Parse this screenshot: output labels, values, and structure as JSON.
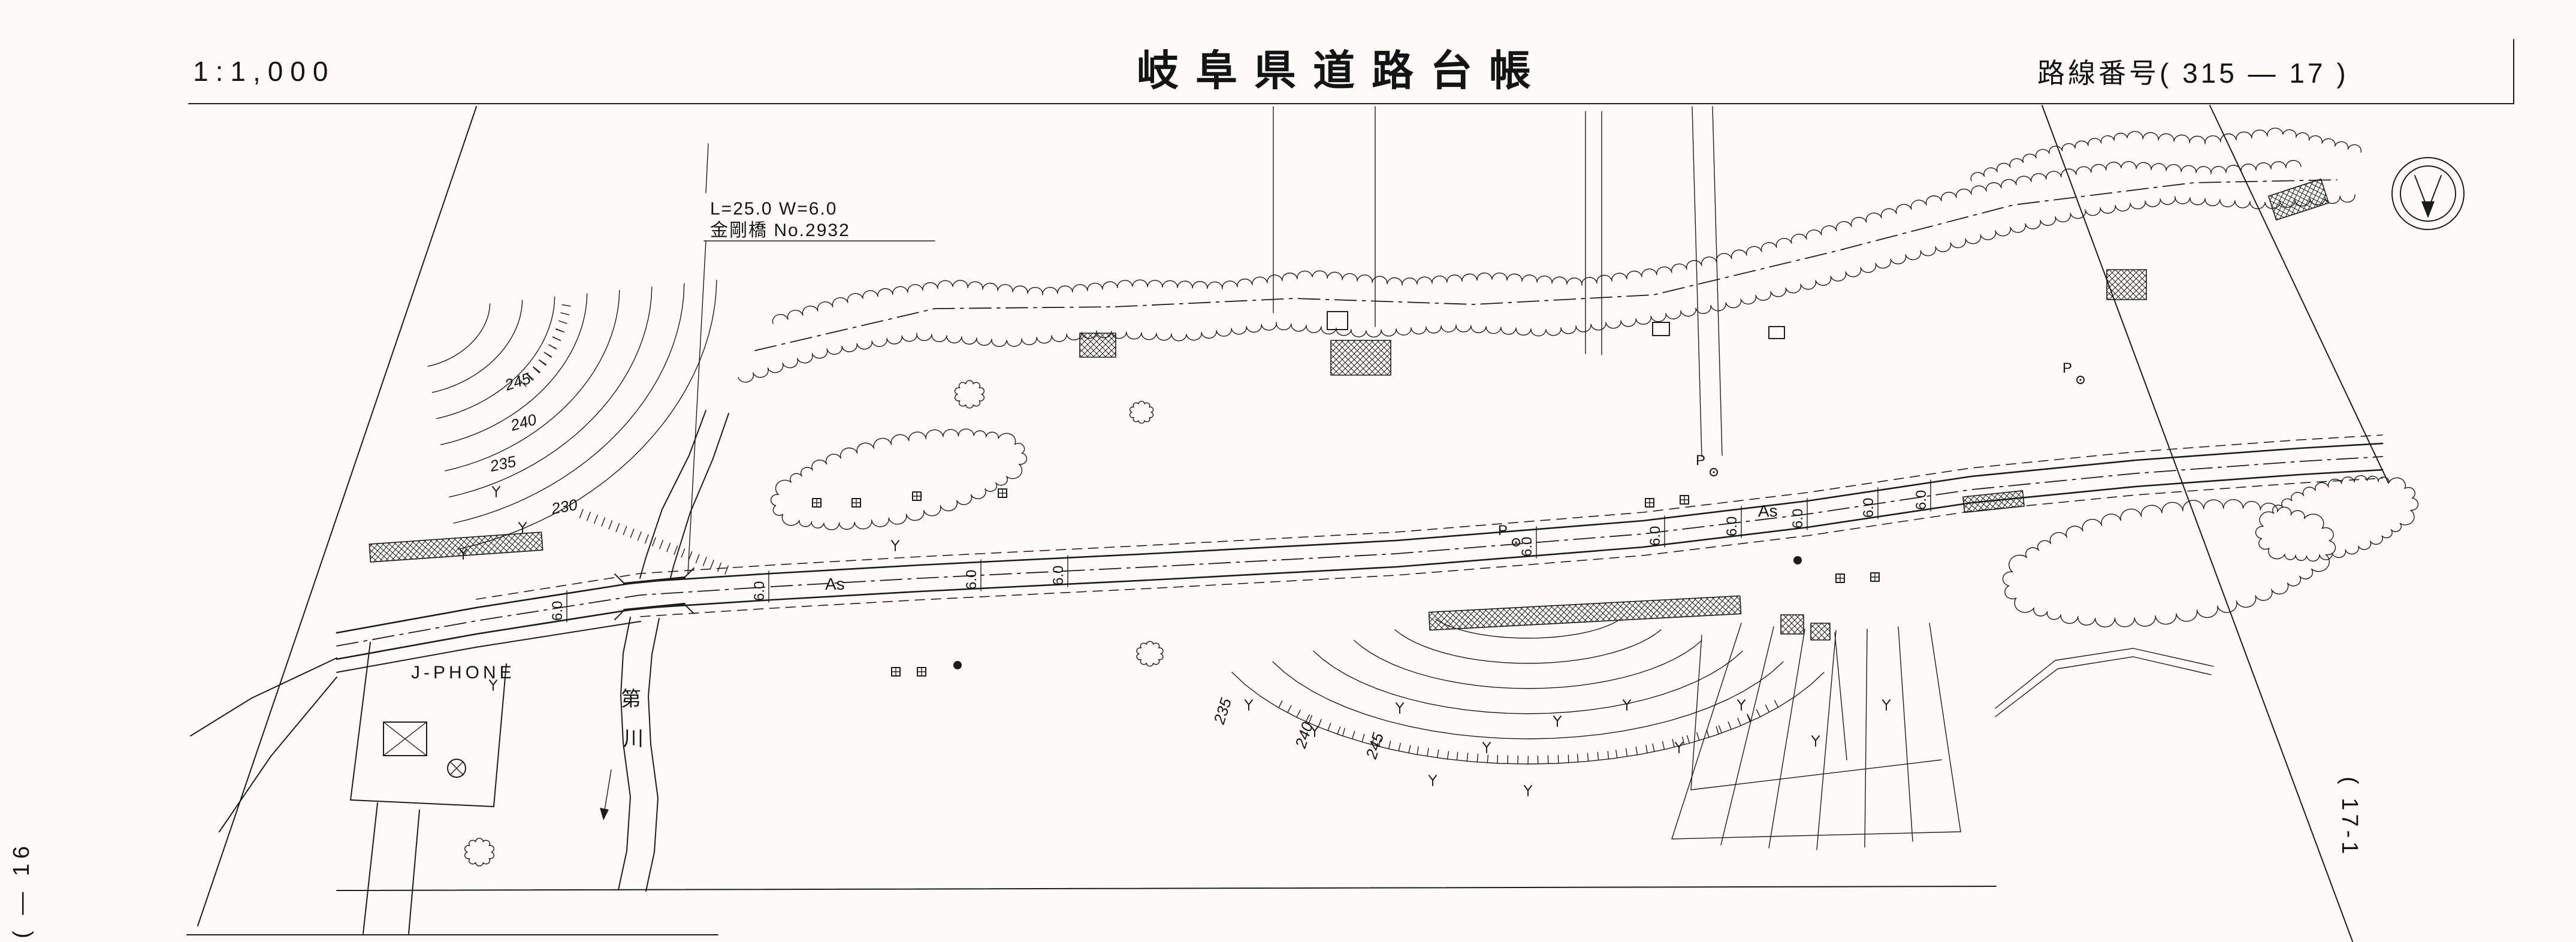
{
  "colors": {
    "ink": "#1c1c1c",
    "paper": "#fcfbf8"
  },
  "header": {
    "scale": "1:1,000",
    "title": "岐阜県道路台帳",
    "route_label": "路線番号( 315 — 17 )"
  },
  "map": {
    "bridge_note": {
      "line1": "L=25.0 W=6.0",
      "line2": "金剛橋 No.2932"
    },
    "company_label": "J-PHONE",
    "river_name_chars": [
      "第",
      "川"
    ],
    "pavement_labels": [
      "As",
      "As"
    ],
    "pole_labels": [
      "P",
      "P",
      "P"
    ],
    "road_width_labels": [
      "6.0",
      "6.0",
      "6.0",
      "6.0",
      "6.0",
      "6.0",
      "6.0",
      "6.0",
      "6.0",
      "6.0"
    ],
    "contour_labels_left": [
      "245",
      "240",
      "235",
      "230"
    ],
    "contour_labels_south": [
      "235",
      "240",
      "245"
    ]
  },
  "margins": {
    "left": "( — 16",
    "right": "( 17-1"
  }
}
